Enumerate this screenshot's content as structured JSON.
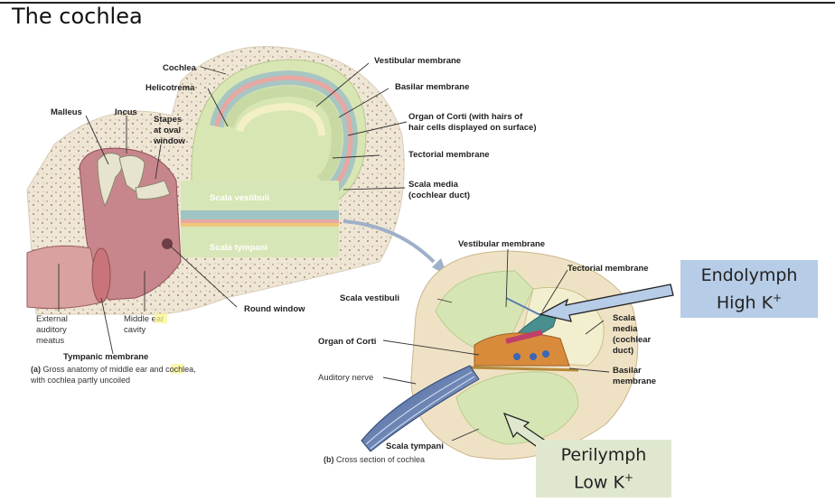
{
  "title": "The cochlea",
  "labels_a": {
    "cochlea": "Cochlea",
    "helicotrema": "Helicotrema",
    "malleus": "Malleus",
    "incus": "Incus",
    "stapes_1": "Stapes",
    "stapes_2": "at oval",
    "stapes_3": "window",
    "vestibular_membrane": "Vestibular membrane",
    "basilar_membrane": "Basilar membrane",
    "organ_corti_1": "Organ of Corti (with hairs of",
    "organ_corti_2": "hair cells displayed on surface)",
    "tectorial_membrane": "Tectorial membrane",
    "scala_media_1": "Scala media",
    "scala_media_2": "(cochlear duct)",
    "scala_vestibuli": "Scala vestibuli",
    "scala_tympani": "Scala tympani",
    "round_window": "Round window",
    "external_1": "External",
    "external_2": "auditory",
    "external_3": "meatus",
    "middle_1_a": "Middle ",
    "middle_1_b": "ear",
    "middle_2": "cavity",
    "tympanic_membrane": "Tympanic membrane",
    "caption_a_1": "(a)",
    "caption_a_2_a": " Gross anatomy of middle ",
    "caption_a_2_b": "ear",
    "caption_a_2_c": " and cochlea,",
    "caption_a_3": "with cochlea partly uncoiled"
  },
  "labels_b": {
    "vestibular_membrane": "Vestibular membrane",
    "tectorial_membrane": "Tectorial membrane",
    "scala_vestibuli": "Scala vestibuli",
    "scala_media_1": "Scala",
    "scala_media_2": "media",
    "scala_media_3": "(cochlear",
    "scala_media_4": "duct)",
    "organ_corti": "Organ of Corti",
    "auditory_nerve": "Auditory nerve",
    "basilar_1": "Basilar",
    "basilar_2": "membrane",
    "scala_tympani": "Scala tympani",
    "caption_b_1": "(b)",
    "caption_b_2": " Cross section of cochlea"
  },
  "callouts": {
    "endolymph_line1": "Endolymph",
    "endolymph_line2": "High K",
    "perilymph_line1": "Perilymph",
    "perilymph_line2": "Low K",
    "superscript": "+"
  }
}
